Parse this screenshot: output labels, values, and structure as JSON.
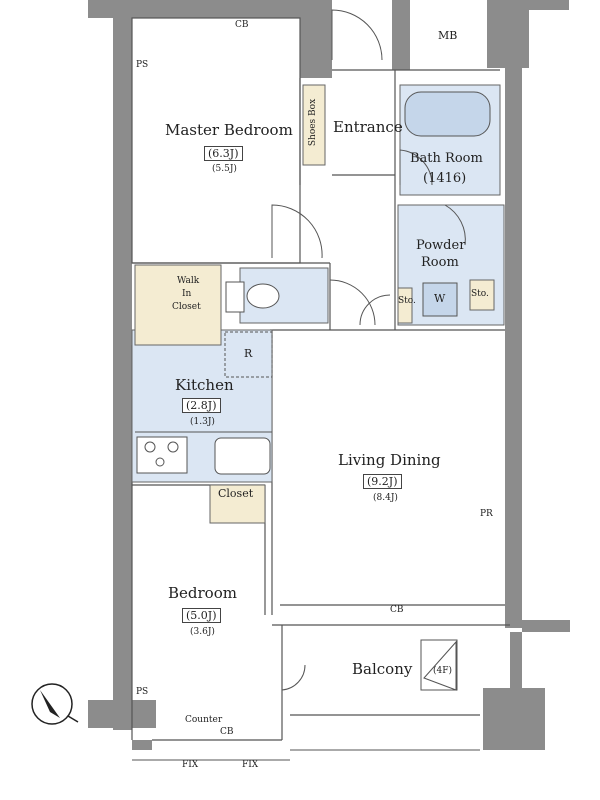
{
  "rooms": {
    "master_bedroom": {
      "name": "Master Bedroom",
      "size_j": "(6.3J)",
      "size_sub": "(5.5J)"
    },
    "kitchen": {
      "name": "Kitchen",
      "size_j": "(2.8J)",
      "size_sub": "(1.3J)"
    },
    "living_dining": {
      "name": "Living Dining",
      "size_j": "(9.2J)",
      "size_sub": "(8.4J)"
    },
    "bedroom": {
      "name": "Bedroom",
      "size_j": "(5.0J)",
      "size_sub": "(3.6J)"
    },
    "bath_room": {
      "name": "Bath Room",
      "size": "(1416)"
    },
    "powder_room": {
      "name_line1": "Powder",
      "name_line2": "Room"
    },
    "walk_in_closet": {
      "line1": "Walk",
      "line2": "In",
      "line3": "Closet"
    },
    "entrance": {
      "name": "Entrance"
    },
    "balcony": {
      "name": "Balcony",
      "floor": "(4F)"
    },
    "closet": {
      "name": "Closet"
    }
  },
  "labels": {
    "cb_top": "CB",
    "cb_living": "CB",
    "cb_bottom": "CB",
    "mb": "MB",
    "ps_top": "PS",
    "ps_bottom": "PS",
    "shoes_box": "Shoes Box",
    "sto_left": "Sto.",
    "sto_right": "Sto.",
    "washer": "W",
    "refrigerator": "R",
    "pr": "PR",
    "counter": "Counter",
    "fix_left": "FIX",
    "fix_right": "FIX"
  },
  "colors": {
    "wall": "#8c8c8c",
    "wet_area": "#dbe6f3",
    "closet_fill": "#f4ecd2",
    "balcony_floor": "#ffffff"
  },
  "icons": [
    "compass-north-icon"
  ]
}
